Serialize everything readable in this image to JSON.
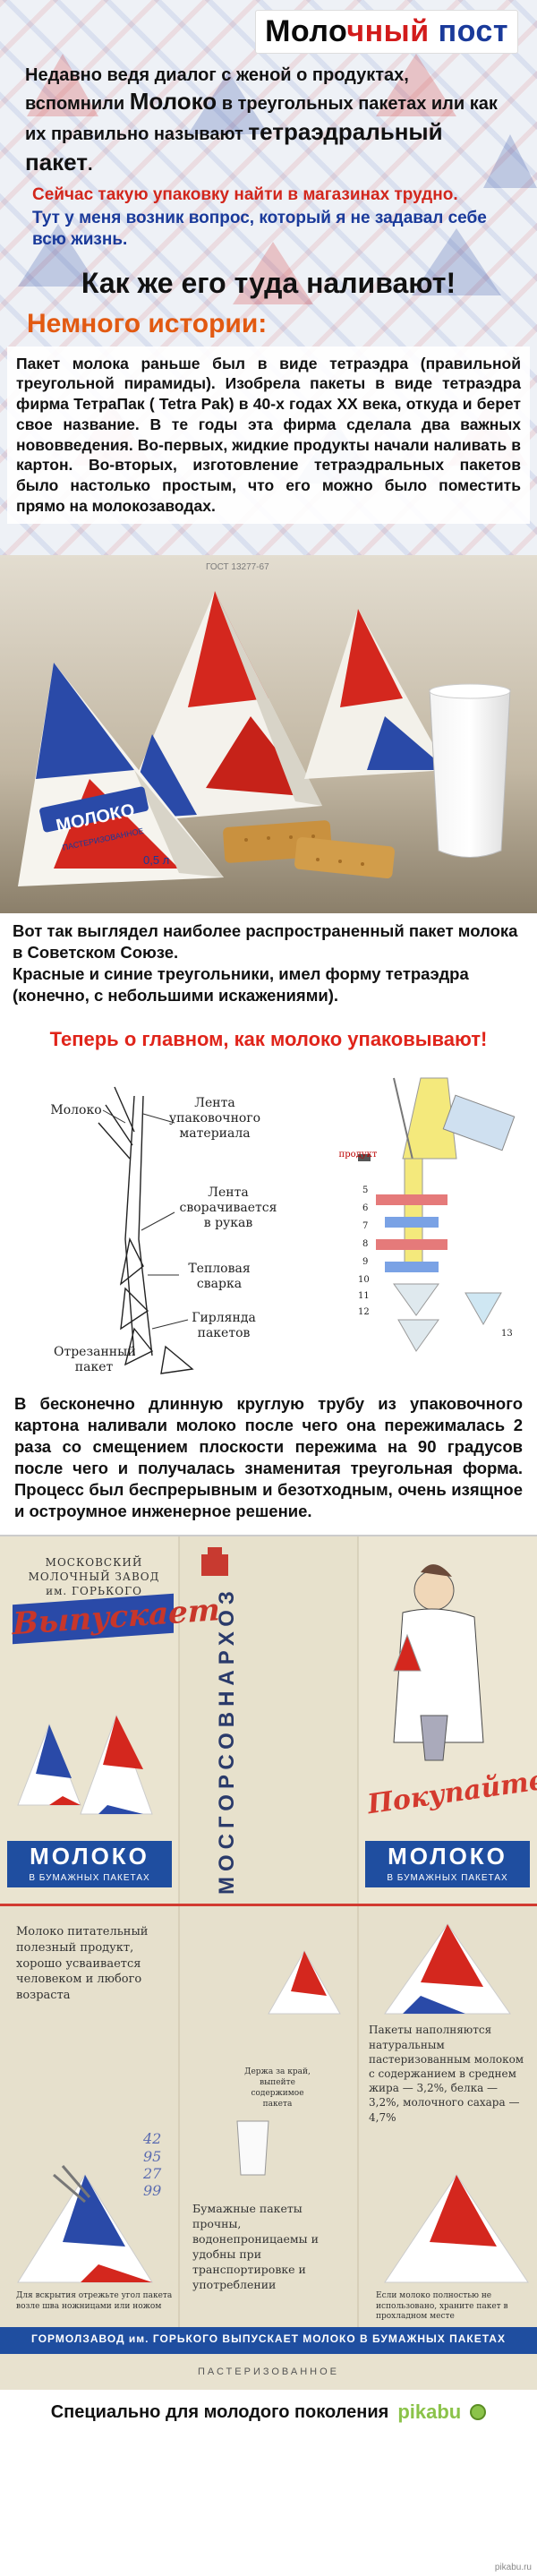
{
  "header": {
    "title_part1": "Моло",
    "title_part2": "чный",
    "title_part3": " пост"
  },
  "intro": {
    "line1_a": "Недавно ведя диалог с женой о продуктах, вспомнили ",
    "line1_big": "Молоко",
    "line1_b": " в треугольных пакетах или как их правильно называют ",
    "line1_big2": "тетраэдральный пакет",
    "line1_end": ".",
    "red_line": "Сейчас такую упаковку найти в магазинах трудно.",
    "blue_line": "Тут у меня возник вопрос, который я не задавал себе всю жизнь."
  },
  "question": "Как же его туда наливают!",
  "history": {
    "heading": "Немного истории:",
    "text": "Пакет молока раньше был в виде тетраэдра (правильной треугольной пирамиды). Изобрела пакеты в виде тетраэдра фирма ТетраПак ( Tetra Pak) в 40-х годах XX века, откуда и берет свое название. В те годы эта фирма сделала два важных нововведения. Во-первых, жидкие продукты начали наливать в картон. Во-вторых, изготовление тетраэдральных пакетов было настолько простым, что его можно было поместить прямо на молокозаводах."
  },
  "photo": {
    "package_label": "МОЛОКО",
    "package_sub": "ПАСТЕРИЗОВАННОЕ",
    "volume": "0,5 л",
    "gost": "ГОСТ 13277-67"
  },
  "caption": {
    "line1": "Вот так выглядел наиболее распространенный пакет молока в Советском Союзе.",
    "line2": "Красные и синие треугольники, имел форму тетраэдра (конечно, с небольшими искажениями)."
  },
  "section2": {
    "heading": "Теперь о главном, как молоко упаковывают!"
  },
  "diagram": {
    "label_tape": "Лента упаковочного материала",
    "label_milk": "Молоко",
    "label_sleeve": "Лента сворачивается в рукав",
    "label_weld": "Тепловая сварка",
    "label_garland": "Гирлянда пакетов",
    "label_cut": "Отрезанный пакет",
    "label_product": "продукт",
    "numbers": [
      "5",
      "6",
      "7",
      "8",
      "9",
      "10",
      "11",
      "12",
      "13"
    ]
  },
  "process": "В бесконечно длинную круглую трубу из упаковочного картона наливали молоко после чего она пережималась 2 раза со смещением плоскости пережима на 90 градусов после чего и получалась знаменитая треугольная форма. Процесс был беспрерывным и безотходным, очень изящное и остроумное инженерное решение.",
  "poster1": {
    "maker_line1": "МОСКОВСКИЙ",
    "maker_line2": "МОЛОЧНЫЙ ЗАВОД",
    "maker_line3": "им. ГОРЬКОГО",
    "produces": "Выпускает",
    "milk": "МОЛОКО",
    "in_paper": "В БУМАЖНЫХ ПАКЕТАХ",
    "vertical": "МОСГОРСОВНАРХОЗ",
    "buy": "Покупайте",
    "milk2": "МОЛОКО",
    "in_paper2": "В БУМАЖНЫХ ПАКЕТАХ"
  },
  "poster2": {
    "left_text": "Молоко питательный полезный продукт, хорошо усваивается человеком и любого возраста",
    "center_text": "Держа за край, выпейте содержимое пакета",
    "right_text": "Пакеты наполняются натуральным пастеризованным молоком с содержанием в среднем жира — 3,2%, белка — 3,2%, молочного сахара — 4,7%",
    "bottom_text": "Бумажные пакеты прочны, водонепроницаемы и удобны при транспортировке и употреблении",
    "cut_text": "Для вскрытия отрежьте угол пакета возле шва ножницами или ножом",
    "store_text": "Если молоко полностью не использовано, храните пакет в прохладном месте",
    "handwritten": "42\n95\n27\n99",
    "band": "ГОРМОЛЗАВОД им. ГОРЬКОГО ВЫПУСКАЕТ МОЛОКО В БУМАЖНЫХ ПАКЕТАХ",
    "bottom_strip": "ПАСТЕРИЗОВАННОЕ"
  },
  "footer": {
    "text": "Специально для молодого поколения",
    "brand": "pikabu",
    "credit": "pikabu.ru"
  },
  "colors": {
    "accent_red": "#d2261c",
    "accent_orange": "#e25a12",
    "accent_blue": "#1a3a9a",
    "pikabu_green": "#8bc34a"
  }
}
